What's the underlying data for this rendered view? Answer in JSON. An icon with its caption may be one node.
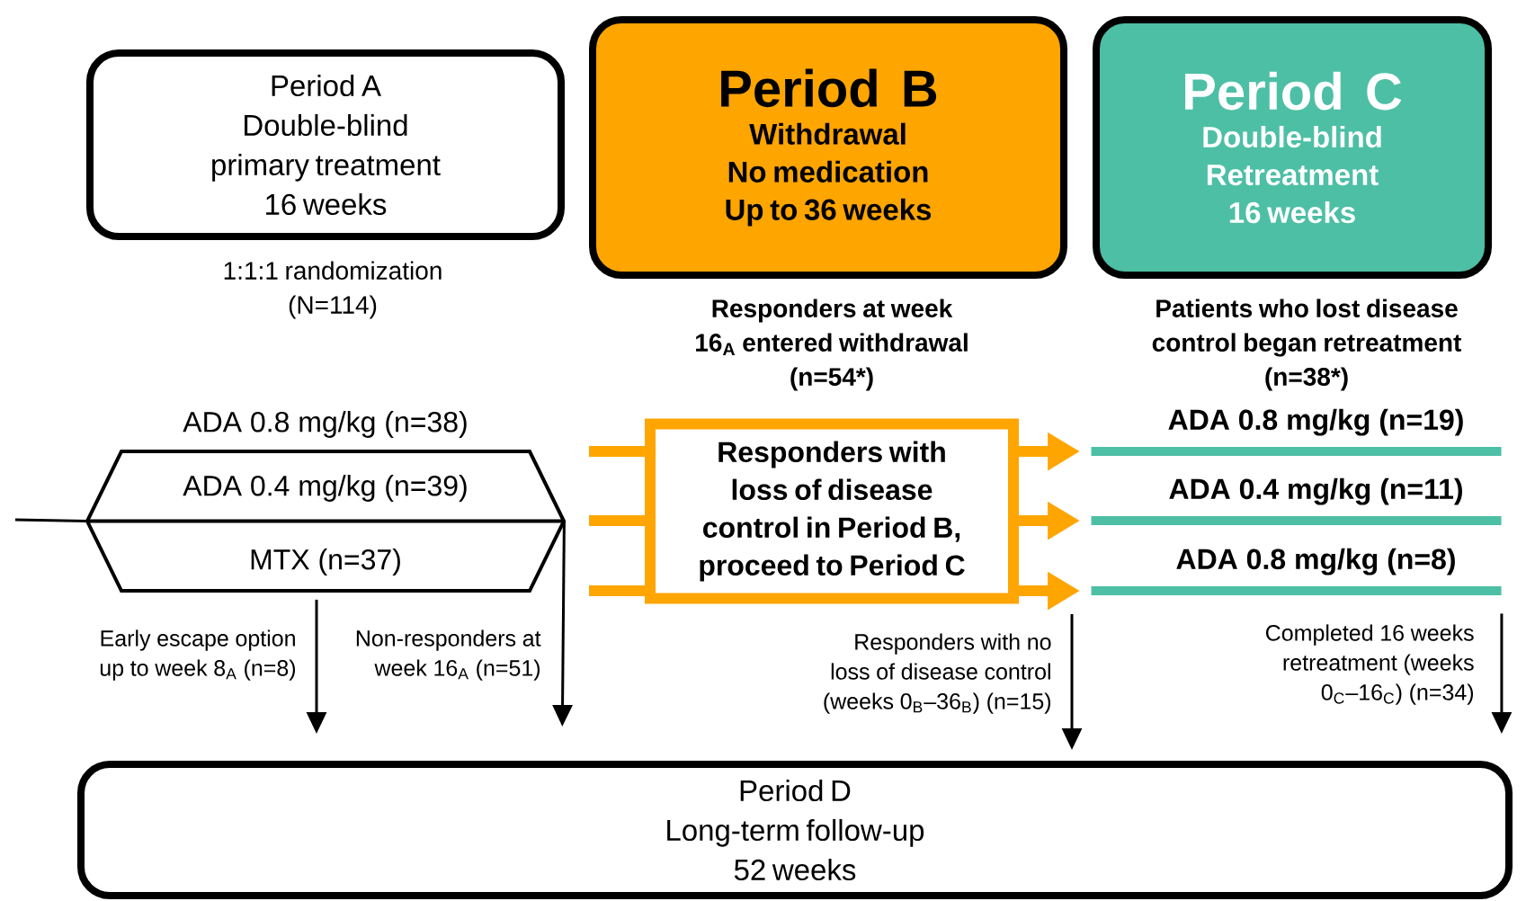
{
  "diagram": {
    "nodes": [
      {
        "text": [
          "Period A",
          "Double-blind primary treatment",
          "16 weeks"
        ],
        "beside": [
          "1:1:1 randomization",
          "(N=114)"
        ]
      },
      {
        "text": [
          "Period B",
          "Withdrawal",
          "No medication",
          "Up to 36 weeks"
        ],
        "beside": [
          "Responders at week 16$_{A}$ entered withdrawal",
          "(n=54*)"
        ]
      },
      {
        "text": [
          "Period C",
          "Double-blind",
          "Retreatment",
          "16 weeks"
        ],
        "beside": [
          "Patients who lost disease control began retreatment",
          "(n=38*)"
        ]
      },
      {
        "text": [
          "ADA 0.8 mg/kg (n=38)",
          "ADA 0.4 mg/kg (n=39)",
          "MTX (n=37)"
        ]
      },
      {
        "text": [
          "Responders with loss of disease control in Period B, proceed to Period C"
        ]
      },
      {
        "text": [
          "ADA 0.8 mg/kg (n=19)"
        ]
      },
      {
        "text": [
          "ADA 0.4 mg/kg (n=11)"
        ]
      },
      {
        "text": [
          "ADA 0.8 mg/kg (n=8)"
        ]
      },
      {
        "text": [
          "Period D",
          "Long-term follow-up",
          "52 weeks"
        ]
      }
    ],
    "edges": [
      {
        "from": null,
        "to": 3,
        "arrow": "none",
        "color": "#000000"
      },
      {
        "from": 3,
        "to": 8,
        "arrow": "to",
        "label": "Early escape option up to week 8$_{A}$ (n=8)",
        "color": "#000000"
      },
      {
        "from": 3,
        "to": 8,
        "arrow": "to",
        "label": "Non-responders at week 16$_{A}$ (n=51)",
        "color": "#000000"
      },
      {
        "from": null,
        "to": 4,
        "arrow": "none"
      },
      {
        "from": null,
        "to": 4,
        "arrow": "none"
      },
      {
        "from": null,
        "to": 4,
        "arrow": "none"
      },
      {
        "from": 4,
        "to": 5,
        "arrow": "to"
      },
      {
        "from": 4,
        "to": 6,
        "arrow": "to"
      },
      {
        "from": 4,
        "to": 7,
        "arrow": "to"
      },
      {
        "from": null,
        "to": 8,
        "arrow": "to",
        "label": "Responders with no loss of disease control (weeks 0$_{B}$–36$_{B}$) (n=15)",
        "color": "#000000"
      },
      {
        "from": 7,
        "to": 8,
        "arrow": "to",
        "label": "Completed 16 weeks retreatment (weeks 0$_{C}$–16$_{C}$) (n=34)",
        "color": "#000000"
      }
    ]
  }
}
